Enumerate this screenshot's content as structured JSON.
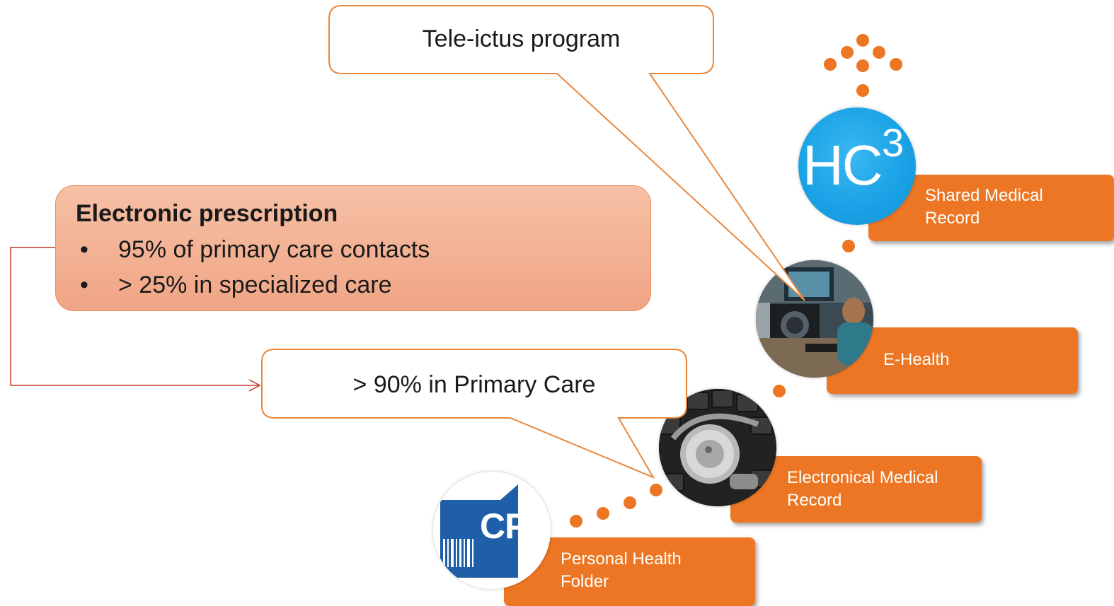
{
  "callouts": {
    "tele_ictus": "Tele-ictus program",
    "primary_care": "> 90% in Primary Care"
  },
  "prescription": {
    "title": "Electronic prescription",
    "bullet": "•",
    "items": [
      "95% of primary care contacts",
      "> 25% in specialized care"
    ]
  },
  "stages": {
    "shared": {
      "label_line1": "Shared Medical",
      "label_line2": "Record",
      "logo_letters": "HC",
      "logo_superscript": "3"
    },
    "ehealth": {
      "label_line1": "E-Health"
    },
    "emr": {
      "label_line1": "Electronical Medical",
      "label_line2": "Record"
    },
    "phf": {
      "label_line1": "Personal Health",
      "label_line2": "Folder",
      "logo_letters": "CPS"
    }
  },
  "colors": {
    "accent_orange": "#ec7623",
    "callout_border": "#e8873c",
    "prescription_fill": "#f4b396",
    "arrow_red": "#c0392b",
    "hc3_blue": "#1aa3e6",
    "cps_blue": "#1f5ea8"
  }
}
